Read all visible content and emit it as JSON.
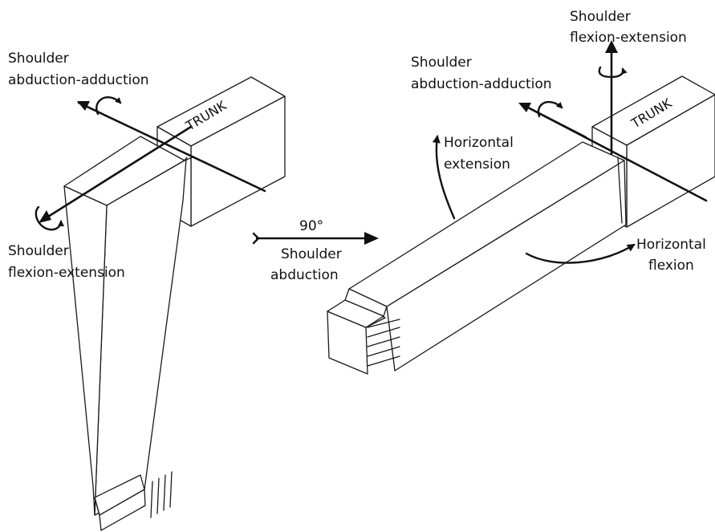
{
  "labels": {
    "left_abd_1": "Shoulder",
    "left_abd_2": "abduction-adduction",
    "left_flex_1": "Shoulder",
    "left_flex_2": "flexion-extension",
    "left_trunk": "TRUNK",
    "mid_1": "90°",
    "mid_2": "Shoulder",
    "mid_3": "abduction",
    "right_flex_1": "Shoulder",
    "right_flex_2": "flexion-extension",
    "right_abd_1": "Shoulder",
    "right_abd_2": "abduction-adduction",
    "right_trunk": "TRUNK",
    "hext_1": "Horizontal",
    "hext_2": "extension",
    "hflex_1": "Horizontal",
    "hflex_2": "flexion"
  }
}
